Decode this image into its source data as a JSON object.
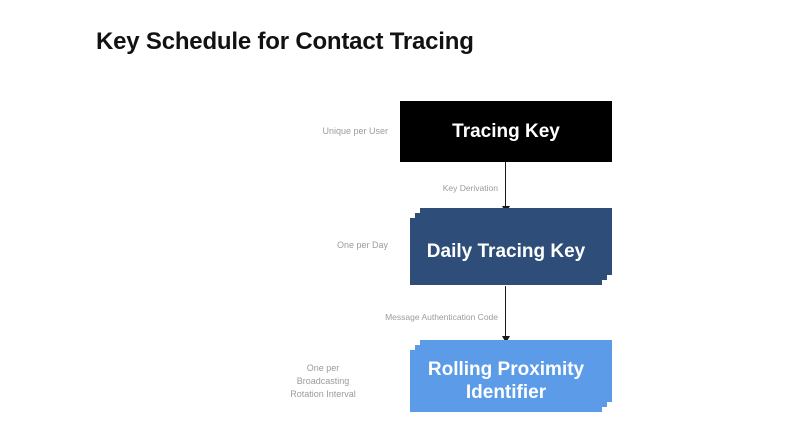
{
  "slide": {
    "title": "Key Schedule for Contact Tracing",
    "background_color": "#ffffff"
  },
  "colors": {
    "title_text": "#121212",
    "caption_text": "#9b9b9d",
    "arrow": "#1a1a1a",
    "tracing_key_box": "#000000",
    "daily_tracing_key_box": "#2e4e79",
    "rolling_proximity_identifier_box": "#5b9be8",
    "node_text": "#ffffff"
  },
  "nodes": [
    {
      "id": "tracing-key",
      "label": "Tracing Key",
      "caption": "Unique per User",
      "fill": "#000000",
      "stacked": false
    },
    {
      "id": "daily-tracing-key",
      "label": "Daily Tracing Key",
      "caption": "One per Day",
      "fill": "#2e4e79",
      "stacked": true
    },
    {
      "id": "rolling-proximity-identifier",
      "label": "Rolling Proximity Identifier",
      "caption": "One per\nBroadcasting\nRotation Interval",
      "fill": "#5b9be8",
      "stacked": true
    }
  ],
  "arrows": [
    {
      "id": "arrow-key-derivation",
      "label": "Key Derivation",
      "from": "tracing-key",
      "to": "daily-tracing-key"
    },
    {
      "id": "arrow-message-authentication-code",
      "label": "Message Authentication Code",
      "from": "daily-tracing-key",
      "to": "rolling-proximity-identifier"
    }
  ]
}
